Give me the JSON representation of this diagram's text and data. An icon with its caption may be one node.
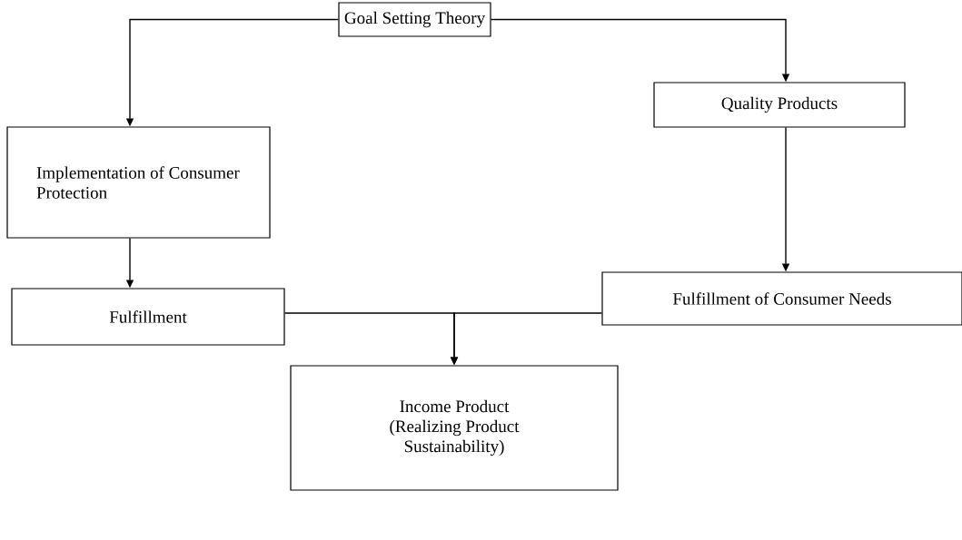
{
  "diagram": {
    "nodes": [
      {
        "text": [
          "Goal Setting Theory"
        ]
      },
      {
        "text": [
          "Implementation of Consumer Protection"
        ]
      },
      {
        "text": [
          "Quality Products"
        ]
      },
      {
        "text": [
          "Fulfillment"
        ]
      },
      {
        "text": [
          "Fulfillment of Consumer Needs"
        ]
      },
      {
        "text": [
          "Income Product (Realizing Product Sustainability)"
        ]
      }
    ],
    "edges": [
      {
        "from": 0,
        "to": 1,
        "arrow": "to"
      },
      {
        "from": 0,
        "to": 2,
        "arrow": "to"
      },
      {
        "from": 2,
        "to": 4,
        "arrow": "to"
      },
      {
        "from": 1,
        "to": 3,
        "arrow": "to"
      },
      {
        "from": 3,
        "to": 5,
        "arrow": "to"
      },
      {
        "from": 4,
        "to": 5,
        "arrow": "to"
      }
    ]
  }
}
